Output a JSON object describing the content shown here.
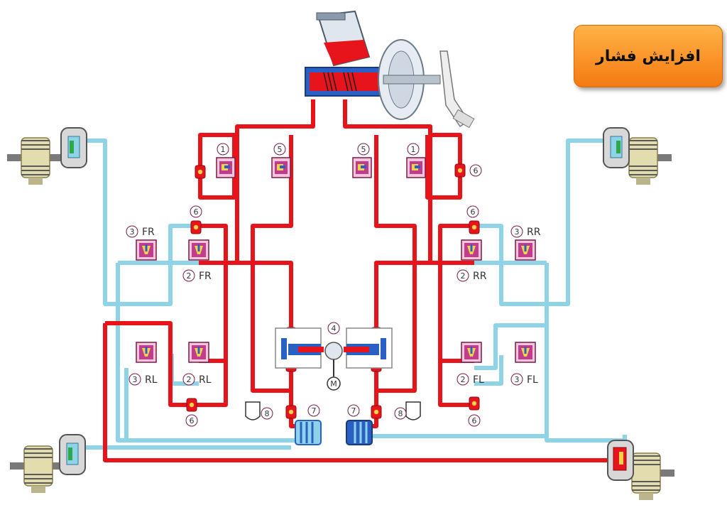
{
  "title": "افزایش فشار",
  "labels": {
    "one": "1",
    "two": "2",
    "three": "3",
    "four": "4",
    "five": "5",
    "six": "6",
    "seven": "7",
    "eight": "8",
    "motor": "M",
    "fr": "FR",
    "rr": "RR",
    "rl": "RL",
    "fl": "FL"
  },
  "colors": {
    "pressure_line": "#e8141b",
    "return_line": "#8fd3e8",
    "valve_fill": "#c03c8c",
    "accumulator": "#2a5fc4",
    "badge": "#f7931e"
  }
}
